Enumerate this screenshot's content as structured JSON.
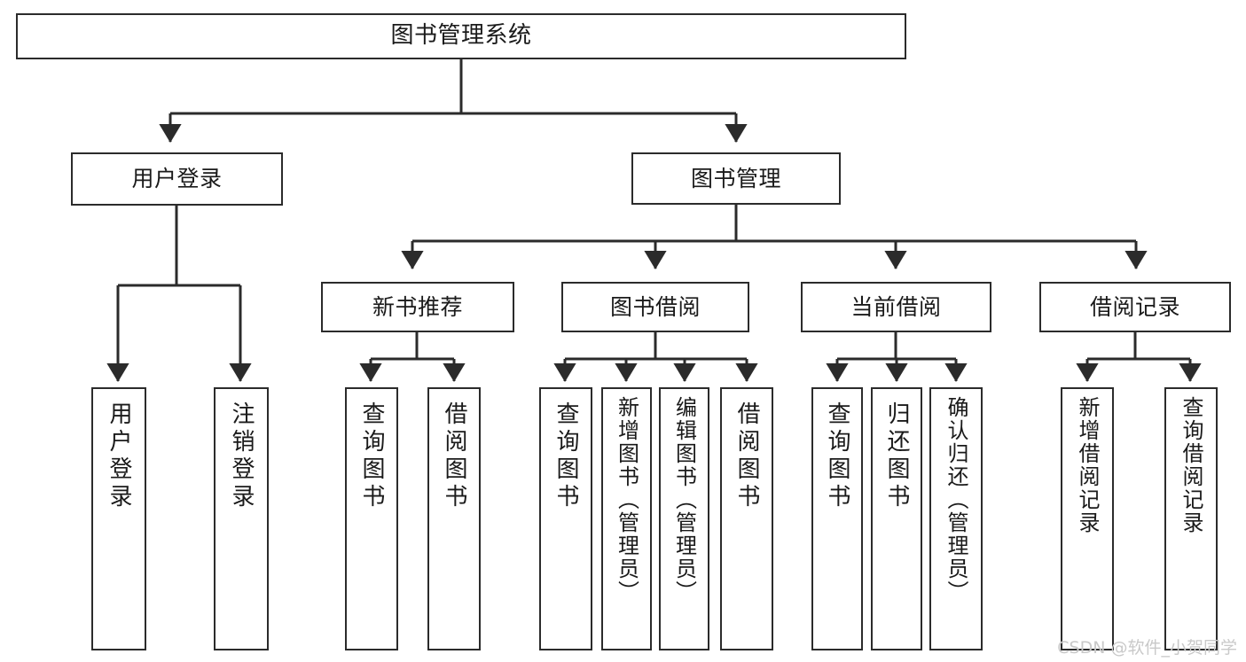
{
  "diagram": {
    "type": "tree",
    "title": "图书管理系统",
    "watermark": "CSDN @软件_小贺同学",
    "colors": {
      "stroke": "#2b2b2b",
      "fill": "#ffffff",
      "text": "#1a1a1a",
      "watermark": "#c9c9c9"
    },
    "nodes": {
      "root": {
        "label": "图书管理系统"
      },
      "level2": [
        {
          "label": "用户登录"
        },
        {
          "label": "图书管理"
        }
      ],
      "level3": [
        {
          "label": "新书推荐"
        },
        {
          "label": "图书借阅"
        },
        {
          "label": "当前借阅"
        },
        {
          "label": "借阅记录"
        }
      ],
      "leaves_user_login": [
        {
          "label": "用户登录"
        },
        {
          "label": "注销登录"
        }
      ],
      "leaves_new_book": [
        {
          "label": "查询图书"
        },
        {
          "label": "借阅图书"
        }
      ],
      "leaves_borrow": [
        {
          "label": "查询图书"
        },
        {
          "label": "新增图书（管理员）"
        },
        {
          "label": "编辑图书（管理员）"
        },
        {
          "label": "借阅图书"
        }
      ],
      "leaves_current": [
        {
          "label": "查询图书"
        },
        {
          "label": "归还图书"
        },
        {
          "label": "确认归还（管理员）"
        }
      ],
      "leaves_record": [
        {
          "label": "新增借阅记录"
        },
        {
          "label": "查询借阅记录"
        }
      ]
    }
  }
}
